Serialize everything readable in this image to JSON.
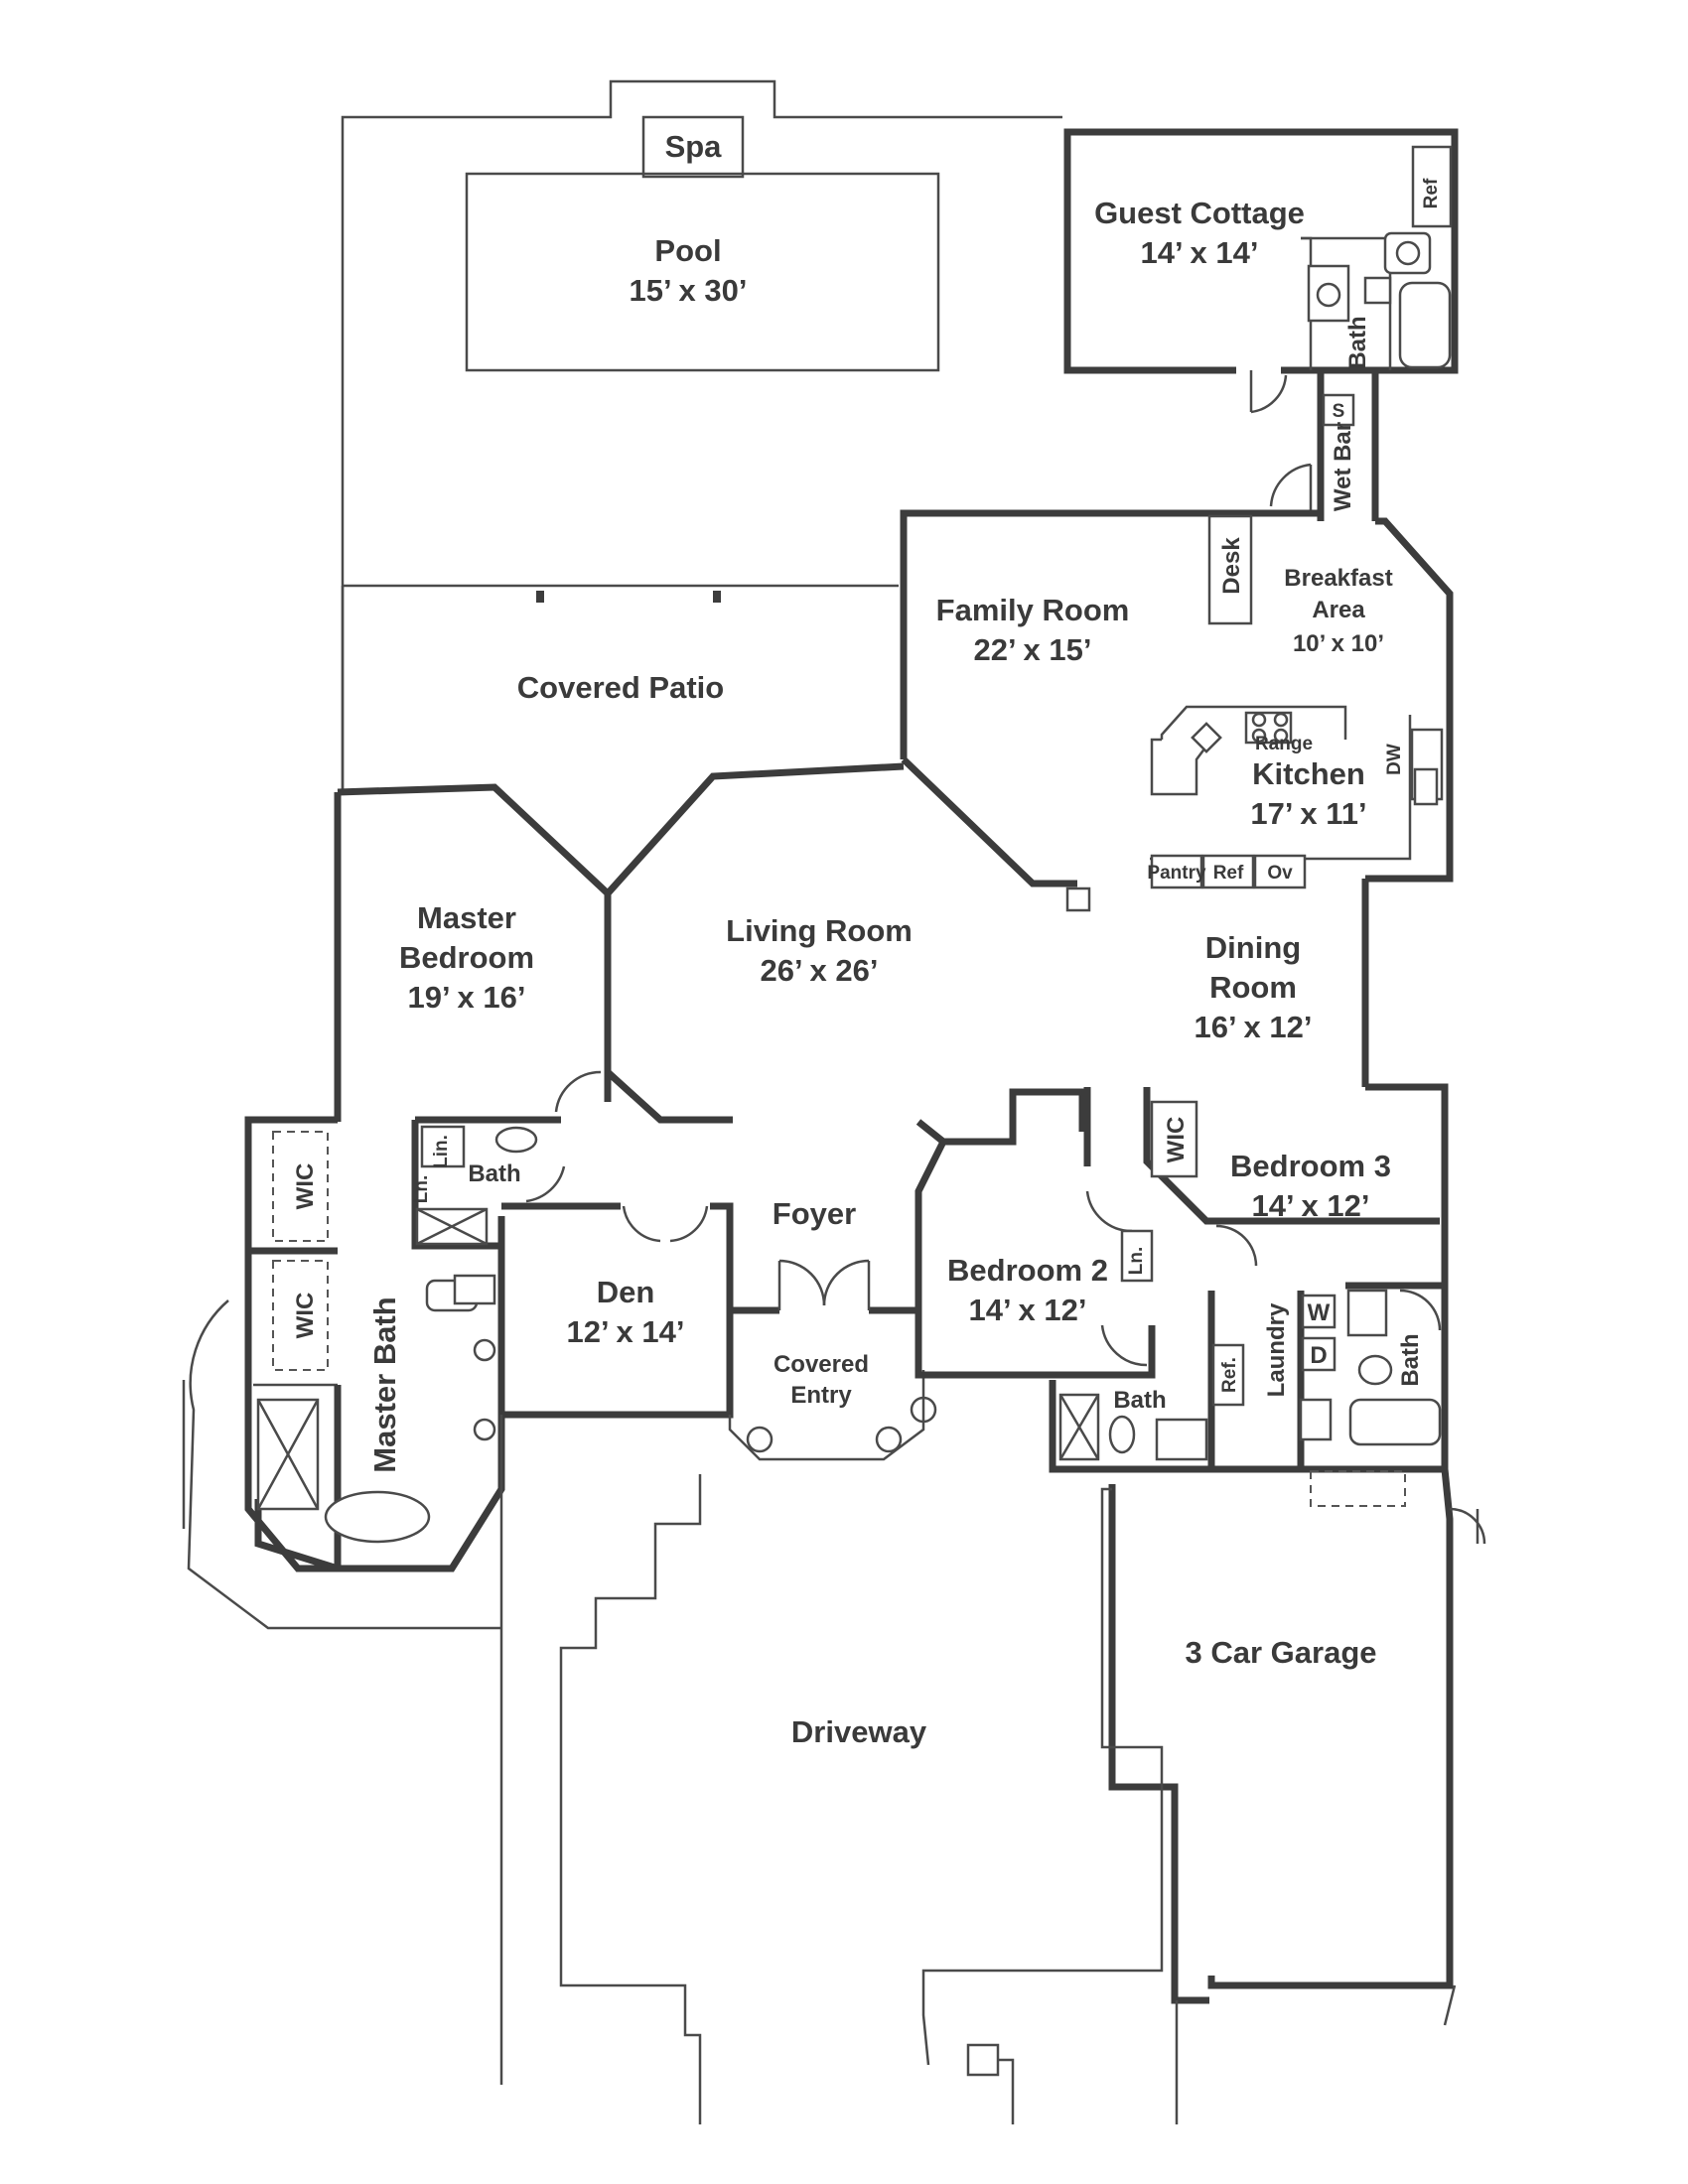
{
  "rooms": {
    "spa": "Spa",
    "pool": "Pool",
    "pool_size": "15’ x 30’",
    "guest_cottage": "Guest Cottage",
    "guest_cottage_size": "14’ x 14’",
    "cottage_ref": "Ref",
    "cottage_bath": "Bath",
    "wet_bar": "Wet Bar",
    "wet_bar_s": "S",
    "desk": "Desk",
    "breakfast_area_line1": "Breakfast",
    "breakfast_area_line2": "Area",
    "breakfast_area_size": "10’ x 10’",
    "family_room": "Family Room",
    "family_room_size": "22’ x 15’",
    "covered_patio": "Covered Patio",
    "range": "Range",
    "dw": "DW",
    "kitchen": "Kitchen",
    "kitchen_size": "17’ x 11’",
    "pantry": "Pantry",
    "kitchen_ref": "Ref",
    "oven": "Ov",
    "master_bedroom_line1": "Master",
    "master_bedroom_line2": "Bedroom",
    "master_bedroom_size": "19’ x 16’",
    "living_room": "Living Room",
    "living_room_size": "26’ x 26’",
    "dining_room_line1": "Dining",
    "dining_room_line2": "Room",
    "dining_room_size": "16’ x 12’",
    "wic": "WIC",
    "lin": "Lin.",
    "ln": "Ln.",
    "bath": "Bath",
    "bedroom_3": "Bedroom 3",
    "bedroom_3_size": "14’ x 12’",
    "foyer": "Foyer",
    "bedroom_2": "Bedroom 2",
    "bedroom_2_size": "14’ x 12’",
    "master_bath": "Master Bath",
    "den": "Den",
    "den_size": "12’ x 14’",
    "covered_entry_line1": "Covered",
    "covered_entry_line2": "Entry",
    "laundry": "Laundry",
    "laundry_ref": "Ref.",
    "washer": "W",
    "dryer": "D",
    "garage": "3 Car Garage",
    "driveway": "Driveway"
  }
}
